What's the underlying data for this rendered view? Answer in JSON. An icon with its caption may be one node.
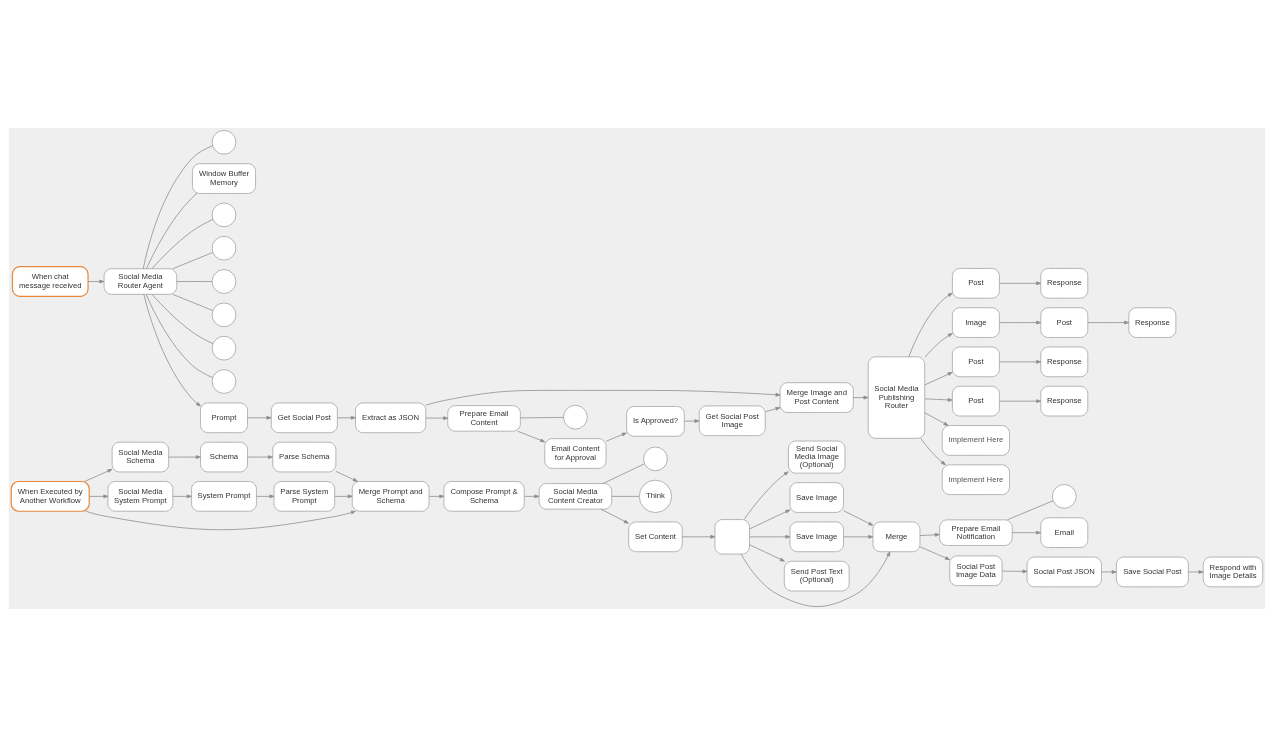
{
  "diagram": {
    "nodes": [
      {
        "text": [
          "When chat message received"
        ]
      },
      {
        "text": [
          "Social Media Router Agent"
        ]
      },
      {
        "text": [],
        "shape": "circle"
      },
      {
        "text": [
          "Window Buffer Memory"
        ]
      },
      {
        "text": [],
        "shape": "circle"
      },
      {
        "text": [],
        "shape": "circle"
      },
      {
        "text": [],
        "shape": "circle"
      },
      {
        "text": [],
        "shape": "circle"
      },
      {
        "text": [],
        "shape": "circle"
      },
      {
        "text": [],
        "shape": "circle"
      },
      {
        "text": [
          "Prompt"
        ]
      },
      {
        "text": [
          "Get Social Post"
        ]
      },
      {
        "text": [
          "Extract as JSON"
        ]
      },
      {
        "text": [
          "Merge Image and Post Content"
        ]
      },
      {
        "text": [
          "Social Media Publishing Router"
        ]
      },
      {
        "text": [
          "Post"
        ]
      },
      {
        "text": [
          "Response"
        ]
      },
      {
        "text": [
          "Image"
        ]
      },
      {
        "text": [
          "Post"
        ]
      },
      {
        "text": [
          "Response"
        ]
      },
      {
        "text": [
          "Post"
        ]
      },
      {
        "text": [
          "Response"
        ]
      },
      {
        "text": [
          "Post"
        ]
      },
      {
        "text": [
          "Response"
        ]
      },
      {
        "text": [
          "Implement Here"
        ]
      },
      {
        "text": [
          "Implement Here"
        ]
      },
      {
        "text": [
          "Prepare Email Content"
        ]
      },
      {
        "text": [],
        "shape": "circle"
      },
      {
        "text": [
          "Email Content for Approval"
        ]
      },
      {
        "text": [
          "Is Approved?"
        ]
      },
      {
        "text": [
          "Get Social Post Image"
        ]
      },
      {
        "text": [
          "When Executed by Another Workflow"
        ]
      },
      {
        "text": [
          "Social Media Schema"
        ]
      },
      {
        "text": [
          "Social Media System Prompt"
        ]
      },
      {
        "text": [
          "Schema"
        ]
      },
      {
        "text": [
          "System Prompt"
        ]
      },
      {
        "text": [
          "Parse Schema"
        ]
      },
      {
        "text": [
          "Parse System Prompt"
        ]
      },
      {
        "text": [
          "Merge Prompt and Schema"
        ]
      },
      {
        "text": [
          "Compose Prompt & Schema"
        ]
      },
      {
        "text": [
          "Social Media Content Creator"
        ]
      },
      {
        "text": [],
        "shape": "circle"
      },
      {
        "text": [
          "Think"
        ]
      },
      {
        "text": [
          "Set Content"
        ]
      },
      {
        "text": [],
        "shape": "box"
      },
      {
        "text": [
          "Send Social Media Image (Optional)"
        ]
      },
      {
        "text": [
          "Save Image"
        ]
      },
      {
        "text": [
          "Save Image"
        ]
      },
      {
        "text": [
          "Send Post Text (Optional)"
        ]
      },
      {
        "text": [
          "Merge"
        ]
      },
      {
        "text": [
          "Prepare Email Notification"
        ]
      },
      {
        "text": [],
        "shape": "circle"
      },
      {
        "text": [
          "Email"
        ]
      },
      {
        "text": [
          "Social Post Image Data"
        ]
      },
      {
        "text": [
          "Social Post JSON"
        ]
      },
      {
        "text": [
          "Save Social Post"
        ]
      },
      {
        "text": [
          "Respond with Image Details"
        ]
      }
    ],
    "edges": [
      {
        "from": 0,
        "to": 1,
        "arrow": "to"
      },
      {
        "from": 1,
        "to": 2,
        "arrow": "none"
      },
      {
        "from": 1,
        "to": 3,
        "arrow": "none"
      },
      {
        "from": 1,
        "to": 4,
        "arrow": "none"
      },
      {
        "from": 1,
        "to": 5,
        "arrow": "none"
      },
      {
        "from": 1,
        "to": 6,
        "arrow": "none"
      },
      {
        "from": 1,
        "to": 7,
        "arrow": "none"
      },
      {
        "from": 1,
        "to": 8,
        "arrow": "none"
      },
      {
        "from": 1,
        "to": 9,
        "arrow": "none"
      },
      {
        "from": 1,
        "to": 10,
        "arrow": "to"
      },
      {
        "from": 10,
        "to": 11,
        "arrow": "to"
      },
      {
        "from": 11,
        "to": 12,
        "arrow": "to"
      },
      {
        "from": 12,
        "to": 13,
        "arrow": "to"
      },
      {
        "from": 12,
        "to": 26,
        "arrow": "to"
      },
      {
        "from": 13,
        "to": 14,
        "arrow": "to"
      },
      {
        "from": 14,
        "to": 15,
        "arrow": "to"
      },
      {
        "from": 14,
        "to": 17,
        "arrow": "to"
      },
      {
        "from": 14,
        "to": 20,
        "arrow": "to"
      },
      {
        "from": 14,
        "to": 22,
        "arrow": "to"
      },
      {
        "from": 14,
        "to": 24,
        "arrow": "to"
      },
      {
        "from": 14,
        "to": 25,
        "arrow": "to"
      },
      {
        "from": 15,
        "to": 16,
        "arrow": "to"
      },
      {
        "from": 17,
        "to": 18,
        "arrow": "to"
      },
      {
        "from": 18,
        "to": 19,
        "arrow": "to"
      },
      {
        "from": 20,
        "to": 21,
        "arrow": "to"
      },
      {
        "from": 22,
        "to": 23,
        "arrow": "to"
      },
      {
        "from": 26,
        "to": 27,
        "arrow": "none"
      },
      {
        "from": 26,
        "to": 28,
        "arrow": "to"
      },
      {
        "from": 28,
        "to": 29,
        "arrow": "to"
      },
      {
        "from": 29,
        "to": 30,
        "arrow": "to"
      },
      {
        "from": 30,
        "to": 13,
        "arrow": "to"
      },
      {
        "from": 31,
        "to": 32,
        "arrow": "to"
      },
      {
        "from": 31,
        "to": 33,
        "arrow": "to"
      },
      {
        "from": 31,
        "to": 38,
        "arrow": "to"
      },
      {
        "from": 32,
        "to": 34,
        "arrow": "to"
      },
      {
        "from": 33,
        "to": 35,
        "arrow": "to"
      },
      {
        "from": 34,
        "to": 36,
        "arrow": "to"
      },
      {
        "from": 35,
        "to": 37,
        "arrow": "to"
      },
      {
        "from": 36,
        "to": 38,
        "arrow": "to"
      },
      {
        "from": 37,
        "to": 38,
        "arrow": "to"
      },
      {
        "from": 38,
        "to": 39,
        "arrow": "to"
      },
      {
        "from": 39,
        "to": 40,
        "arrow": "to"
      },
      {
        "from": 40,
        "to": 41,
        "arrow": "none"
      },
      {
        "from": 40,
        "to": 42,
        "arrow": "none"
      },
      {
        "from": 40,
        "to": 43,
        "arrow": "to"
      },
      {
        "from": 43,
        "to": 44,
        "arrow": "to"
      },
      {
        "from": 44,
        "to": 45,
        "arrow": "to"
      },
      {
        "from": 44,
        "to": 46,
        "arrow": "to"
      },
      {
        "from": 44,
        "to": 49,
        "arrow": "to"
      },
      {
        "from": 44,
        "to": 47,
        "arrow": "to"
      },
      {
        "from": 44,
        "to": 48,
        "arrow": "to"
      },
      {
        "from": 46,
        "to": 49,
        "arrow": "to"
      },
      {
        "from": 47,
        "to": 49,
        "arrow": "to"
      },
      {
        "from": 49,
        "to": 50,
        "arrow": "to"
      },
      {
        "from": 50,
        "to": 51,
        "arrow": "none"
      },
      {
        "from": 50,
        "to": 52,
        "arrow": "to"
      },
      {
        "from": 49,
        "to": 53,
        "arrow": "to"
      },
      {
        "from": 53,
        "to": 54,
        "arrow": "to"
      },
      {
        "from": 54,
        "to": 55,
        "arrow": "to"
      },
      {
        "from": 55,
        "to": 56,
        "arrow": "to"
      }
    ]
  }
}
